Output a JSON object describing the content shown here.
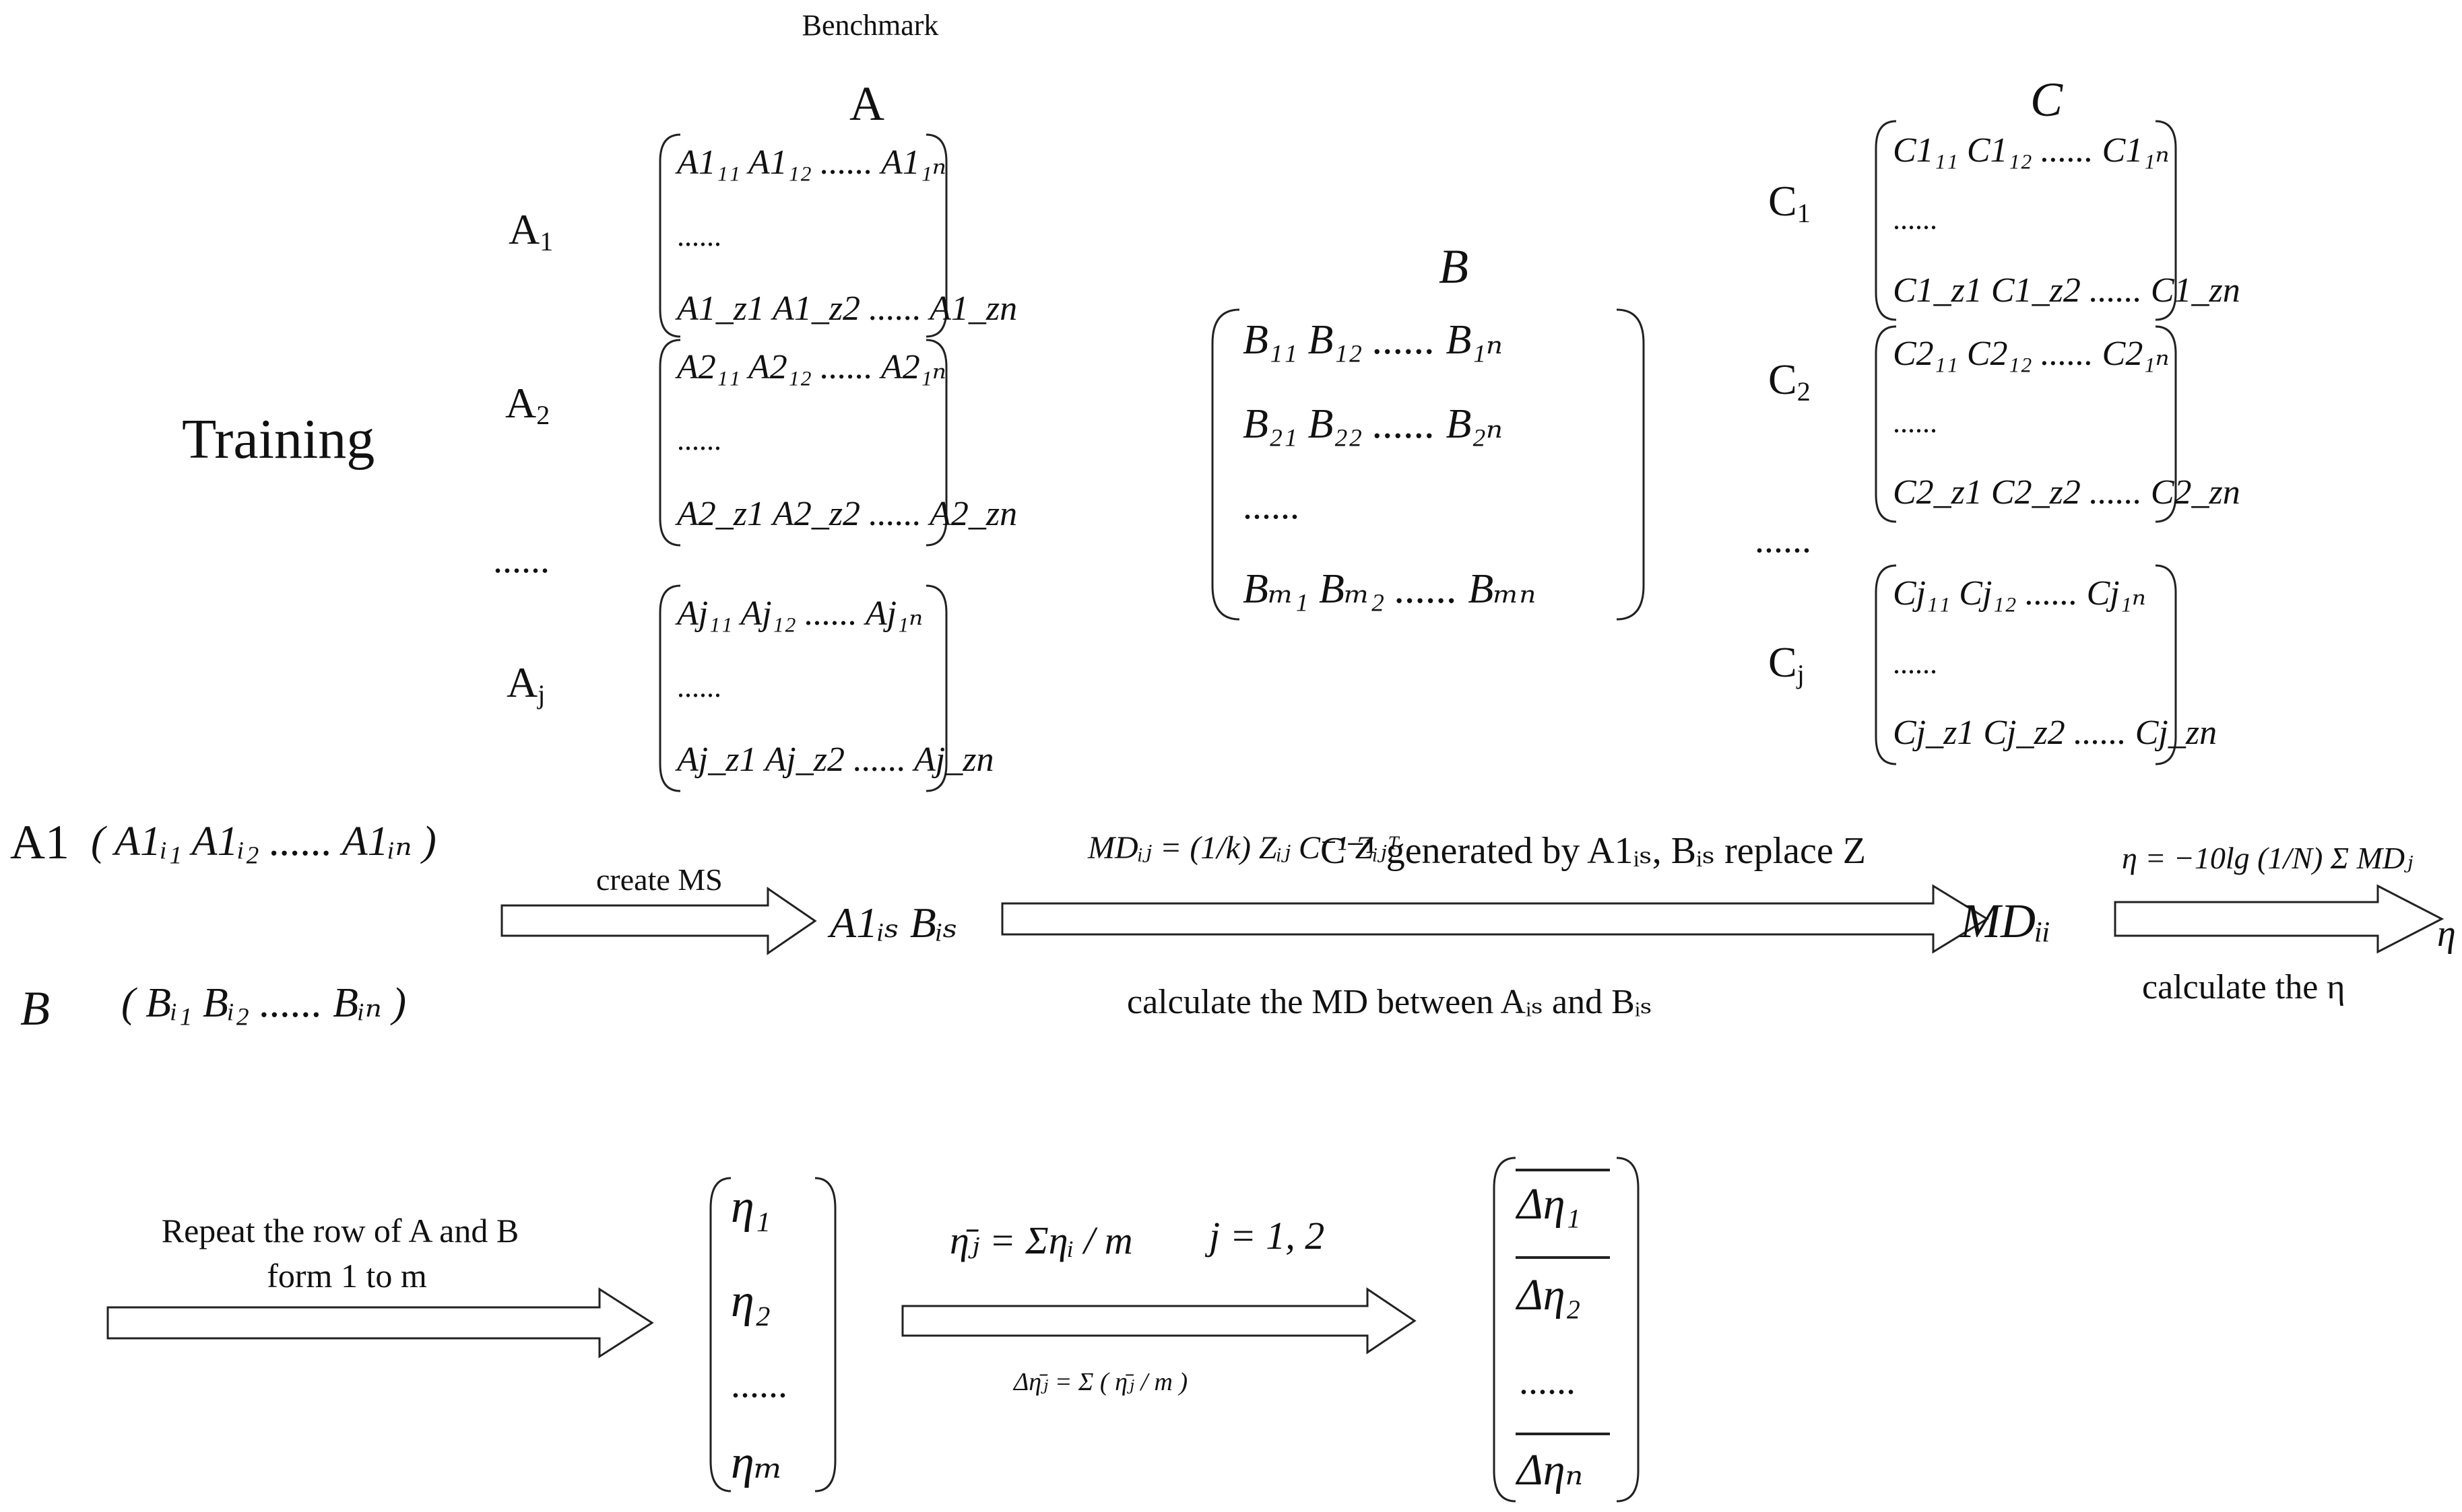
{
  "header": {
    "benchmark": "Benchmark",
    "A_title": "A",
    "B_title": "B",
    "C_title": "C"
  },
  "left_label": "Training",
  "A_groups": [
    {
      "label": "A1",
      "sub": "1",
      "row1": "A1₁₁  A1₁₂ ...... A1₁ₙ",
      "row2": "......",
      "row3": "A1_z1  A1_z2 ...... A1_zn"
    },
    {
      "label": "A2",
      "sub": "2",
      "row1": "A2₁₁  A2₁₂ ...... A2₁ₙ",
      "row2": "......",
      "row3": "A2_z1  A2_z2 ...... A2_zn"
    },
    {
      "label": "Aj",
      "sub": "j",
      "row1": "Aj₁₁  Aj₁₂ ...... Aj₁ₙ",
      "row2": "......",
      "row3": "Aj_z1  Aj_z2 ...... Aj_zn"
    }
  ],
  "A_ellipsis": "......",
  "B_matrix": [
    "B₁₁  B₁₂ ...... B₁ₙ",
    "B₂₁  B₂₂ ...... B₂ₙ",
    "......",
    "Bₘ₁  Bₘ₂ ...... Bₘₙ"
  ],
  "C_groups": [
    {
      "label": "C",
      "sub": "1",
      "row1": "C1₁₁  C1₁₂ ...... C1₁ₙ",
      "row2": "......",
      "row3": "C1_z1  C1_z2 ...... C1_zn"
    },
    {
      "label": "C",
      "sub": "2",
      "row1": "C2₁₁  C2₁₂ ...... C2₁ₙ",
      "row2": "......",
      "row3": "C2_z1  C2_z2 ...... C2_zn"
    },
    {
      "label": "C",
      "sub": "j",
      "row1": "Cj₁₁  Cj₁₂ ...... Cj₁ₙ",
      "row2": "......",
      "row3": "Cj_z1  Cj_z2 ...... Cj_zn"
    }
  ],
  "C_ellipsis": "......",
  "flow": {
    "a1_label": "A1",
    "a1_vector": "( A1ᵢ₁  A1ᵢ₂ ...... A1ᵢₙ )",
    "b_label": "B",
    "b_vector": "( Bᵢ₁  Bᵢ₂ ...... Bᵢₙ )",
    "create_ms": "create MS",
    "ms_result": "A1ᵢₛ  Bᵢₛ",
    "md_formula": "MDᵢⱼ = (1/k) Zᵢⱼ C⁻¹ Zᵢⱼᵀ",
    "md_note": "C⁻¹ generated by A1ᵢₛ, Bᵢₛ replace Z",
    "md_caption": "calculate the MD between  Aᵢₛ  and  Bᵢₛ",
    "md_result": "MDᵢᵢ",
    "eta_formula": "η = −10lg (1/N) Σ MDⱼ",
    "eta_caption": "calculate the η",
    "eta_symbol": "η"
  },
  "bottom": {
    "repeat_line1": "Repeat the row of A and B",
    "repeat_line2": "form 1 to m",
    "eta_vector": [
      "η₁",
      "η₂",
      "......",
      "ηₘ"
    ],
    "mean_formula": "η̄ⱼ = Σηᵢ / m",
    "j_range": "j = 1, 2",
    "delta_formula": "Δη̄ⱼ = Σ ( η̄ⱼ / m )",
    "delta_vector": [
      "Δη₁",
      "Δη₂",
      "......",
      "Δηₙ"
    ]
  }
}
